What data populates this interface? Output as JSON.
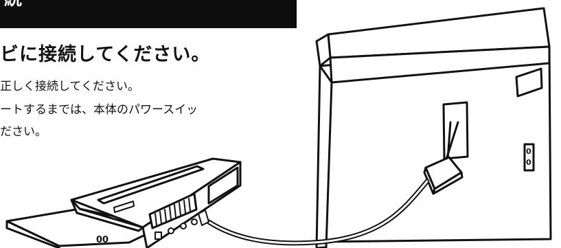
{
  "header": {
    "title_fragment": "続"
  },
  "heading": "ビに接続してください。",
  "paragraph": [
    "正しく接続してください。",
    "ートするまでは、本体のパワースイッ",
    "ださい。"
  ],
  "illustration": {
    "tv_ports_label": "0",
    "console_ports_label": "00"
  }
}
